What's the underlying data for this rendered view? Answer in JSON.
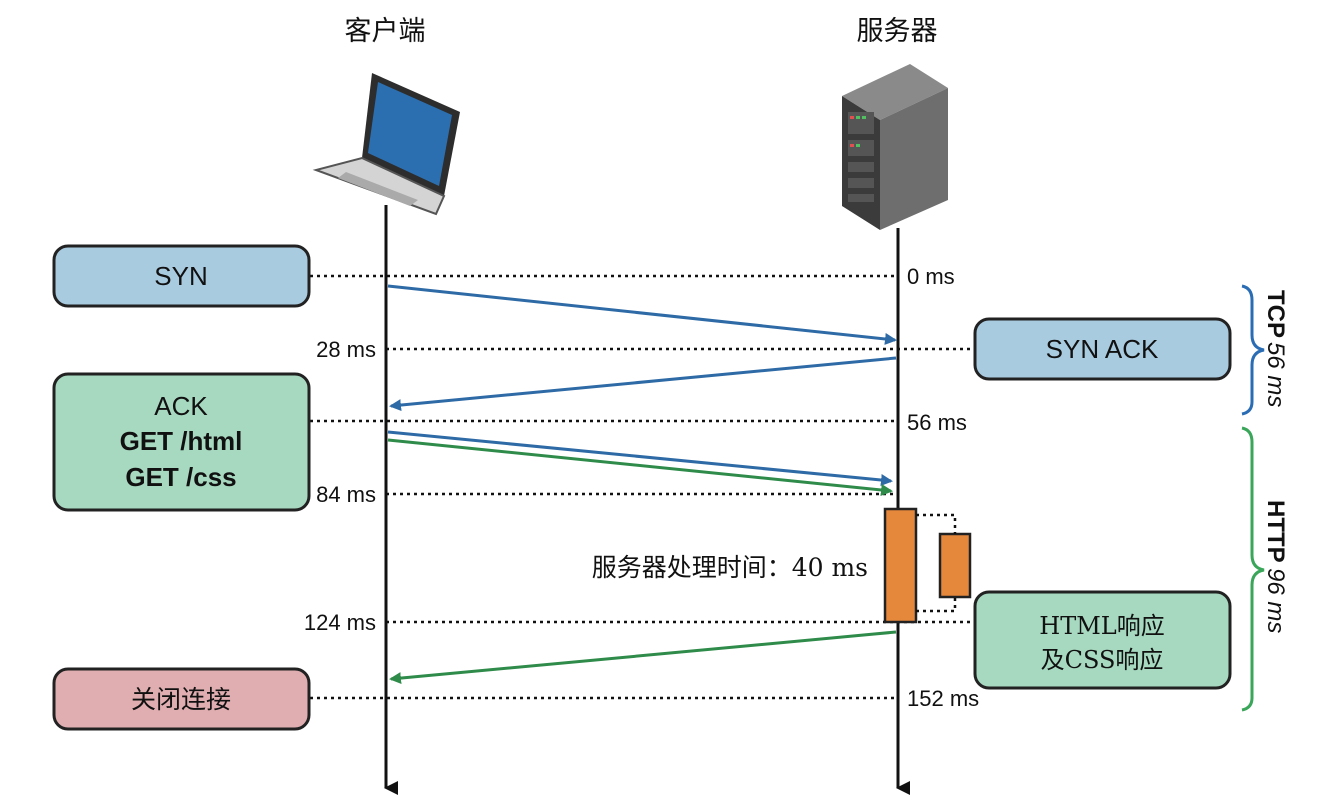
{
  "headers": {
    "client": "客户端",
    "server": "服务器"
  },
  "icons": {
    "client": "laptop-icon",
    "server": "server-tower-icon"
  },
  "colors": {
    "blue_arrow": "#2e6aa6",
    "green_arrow": "#2e8b4a",
    "blue_box": "#a9cbe0",
    "green_box": "#a7d8c0",
    "pink_box": "#e0aeb0",
    "processing": "#e5883c",
    "brace_blue": "#2a6db5",
    "brace_green": "#3aa65a"
  },
  "messages": {
    "syn": "SYN",
    "syn_ack": "SYN ACK",
    "ack_lines": [
      "ACK",
      "GET /html",
      "GET /css"
    ],
    "response_lines": [
      "HTML响应",
      "及CSS响应"
    ],
    "close": "关闭连接"
  },
  "times": {
    "t0": "0 ms",
    "t28": "28 ms",
    "t56": "56 ms",
    "t84": "84 ms",
    "t124": "124 ms",
    "t152": "152 ms"
  },
  "processing_label": "服务器处理时间：40 ms",
  "phases": {
    "tcp": {
      "name": "TCP",
      "duration": "56 ms"
    },
    "http": {
      "name": "HTTP",
      "duration": "96 ms"
    }
  }
}
